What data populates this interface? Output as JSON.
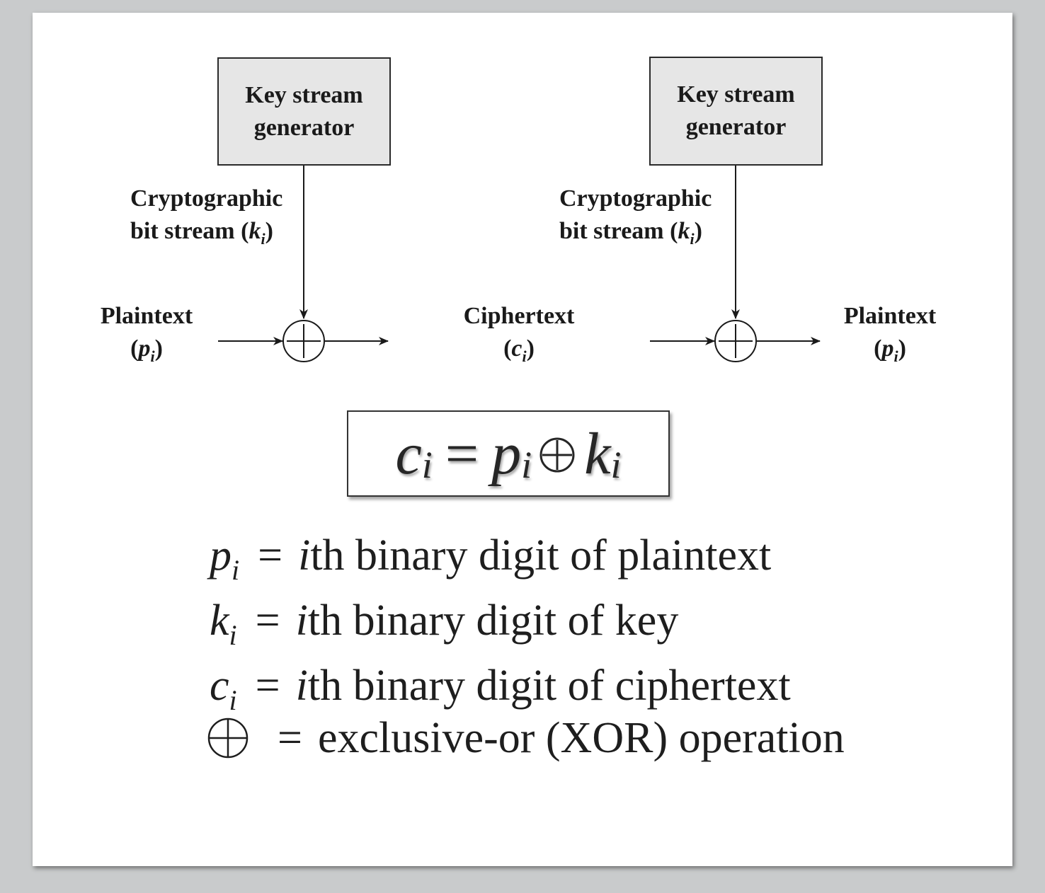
{
  "generator_box_left": {
    "line1": "Key stream",
    "line2": "generator"
  },
  "generator_box_right": {
    "line1": "Key stream",
    "line2": "generator"
  },
  "bitstream_left": {
    "line1": "Cryptographic",
    "line2_prefix": "bit stream (",
    "symbol": "k",
    "subscript": "i",
    "line2_suffix": ")"
  },
  "bitstream_right": {
    "line1": "Cryptographic",
    "line2_prefix": "bit stream (",
    "symbol": "k",
    "subscript": "i",
    "line2_suffix": ")"
  },
  "plaintext_in": {
    "line1": "Plaintext",
    "open": "(",
    "symbol": "p",
    "subscript": "i",
    "close": ")"
  },
  "ciphertext_mid": {
    "line1": "Ciphertext",
    "open": "(",
    "symbol": "c",
    "subscript": "i",
    "close": ")"
  },
  "plaintext_out": {
    "line1": "Plaintext",
    "open": "(",
    "symbol": "p",
    "subscript": "i",
    "close": ")"
  },
  "formula": {
    "lhs": "c",
    "lhs_sub": "i",
    "eq": "=",
    "a": "p",
    "a_sub": "i",
    "b": "k",
    "b_sub": "i"
  },
  "legend": [
    {
      "var": "p",
      "sub": "i",
      "eq": "=",
      "i": "i",
      "text": "th binary digit of plaintext"
    },
    {
      "var": "k",
      "sub": "i",
      "eq": "=",
      "i": "i",
      "text": "th binary digit of key"
    },
    {
      "var": "c",
      "sub": "i",
      "eq": "=",
      "i": "i",
      "text": "th binary digit of ciphertext"
    }
  ],
  "legend_xor": {
    "eq": "=",
    "text": "exclusive-or (XOR) operation"
  }
}
